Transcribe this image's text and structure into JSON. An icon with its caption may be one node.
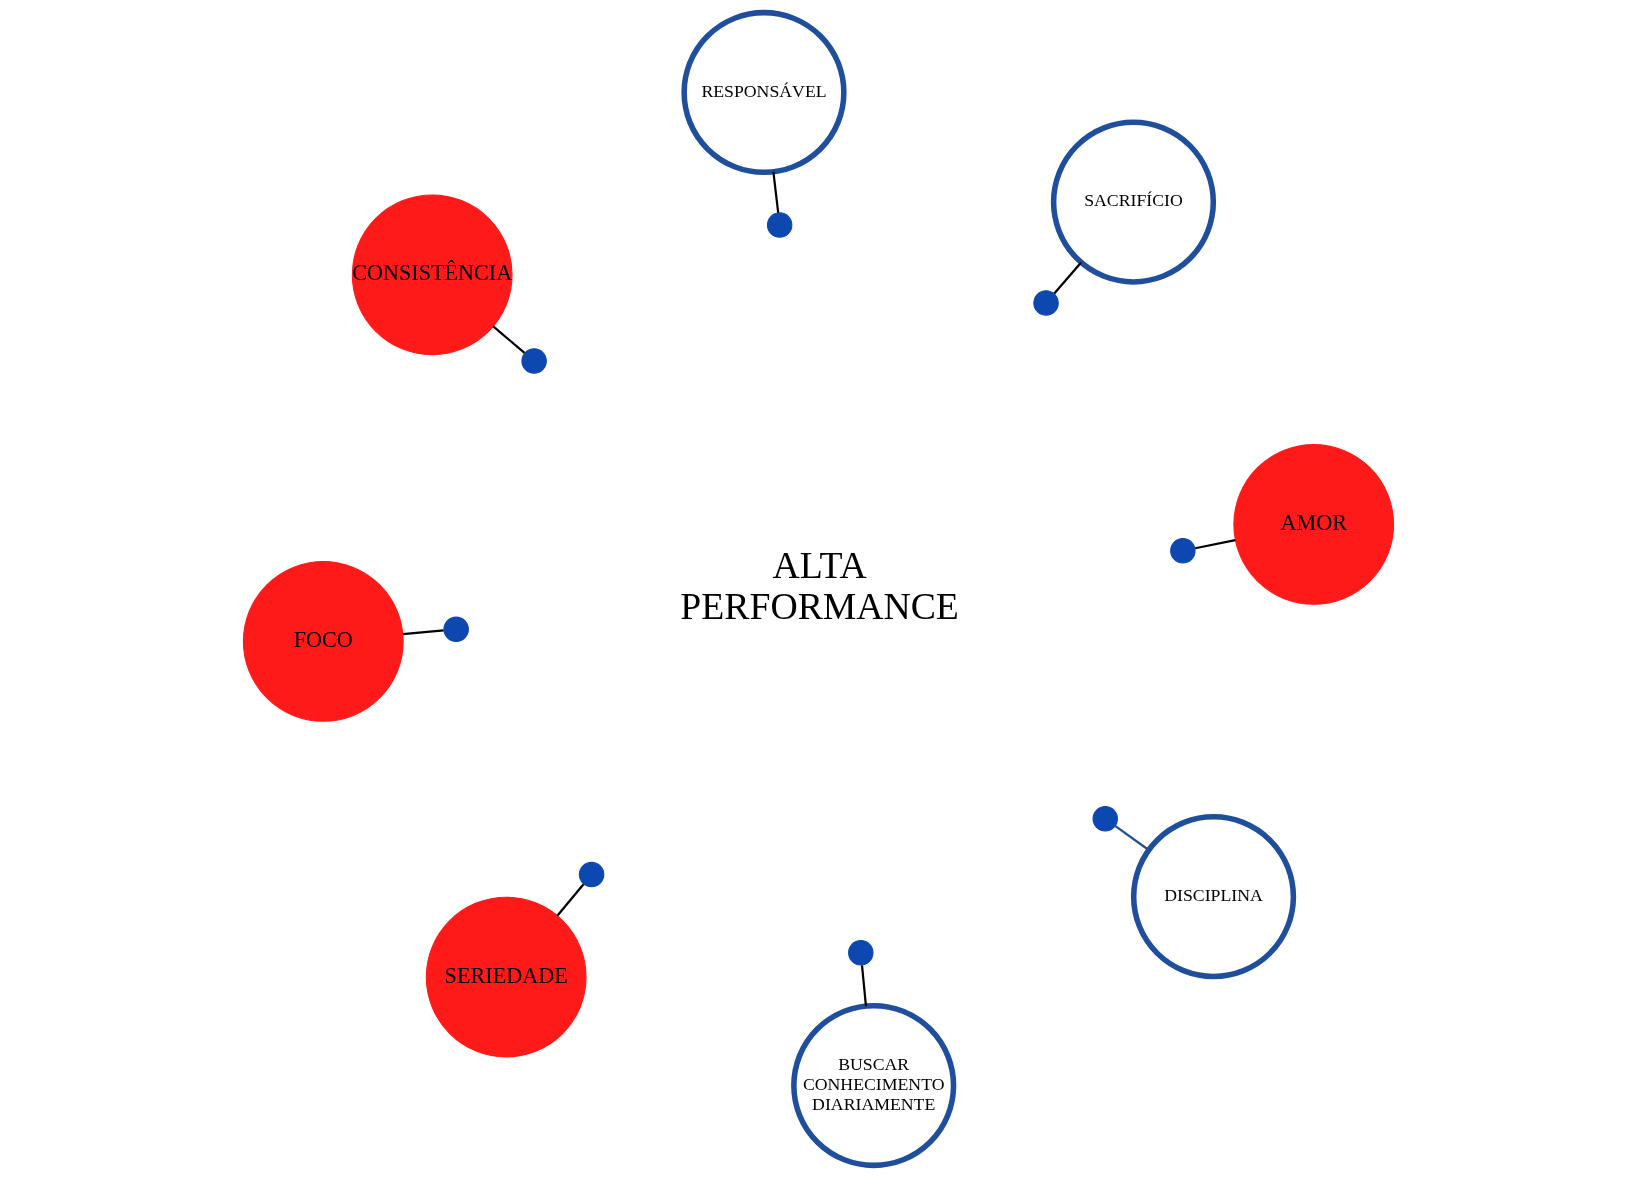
{
  "diagram": {
    "nodes": [
      {
        "text": [
          "FOCO"
        ]
      },
      {
        "text": [
          "DISCIPLINA"
        ]
      },
      {
        "text": [
          "BUSCAR CONHECIMENTO DIARIAMENTE"
        ]
      },
      {
        "text": [
          "CONSISTÊNCIA"
        ]
      },
      {
        "text": [
          "AMOR"
        ]
      },
      {
        "text": [
          "RESPONSÁVEL"
        ]
      },
      {
        "text": [
          "SERIEDADE"
        ]
      },
      {
        "text": [
          "SACRIFÍCIO"
        ]
      },
      {
        "text": [],
        "shape": "circle"
      },
      {
        "text": [],
        "shape": "circle"
      },
      {
        "text": [],
        "shape": "circle"
      },
      {
        "text": [],
        "shape": "circle"
      },
      {
        "text": [],
        "shape": "circle"
      },
      {
        "text": [],
        "shape": "circle"
      },
      {
        "text": [],
        "shape": "circle"
      },
      {
        "text": [],
        "shape": "circle"
      }
    ],
    "edges": [
      {
        "from": 0,
        "to": 8,
        "arrow": "none"
      },
      {
        "from": 1,
        "to": 9,
        "arrow": "none",
        "color": "#1f4e9c"
      },
      {
        "from": 2,
        "to": 10,
        "arrow": "none"
      },
      {
        "from": 3,
        "to": 11,
        "arrow": "none"
      },
      {
        "from": 4,
        "to": 12,
        "arrow": "none"
      },
      {
        "from": 5,
        "to": 13,
        "arrow": "none"
      },
      {
        "from": 7,
        "to": 14,
        "arrow": "none"
      },
      {
        "from": 6,
        "to": 15,
        "arrow": "none"
      }
    ],
    "labels": [
      "ALTA PERFORMANCE"
    ]
  }
}
